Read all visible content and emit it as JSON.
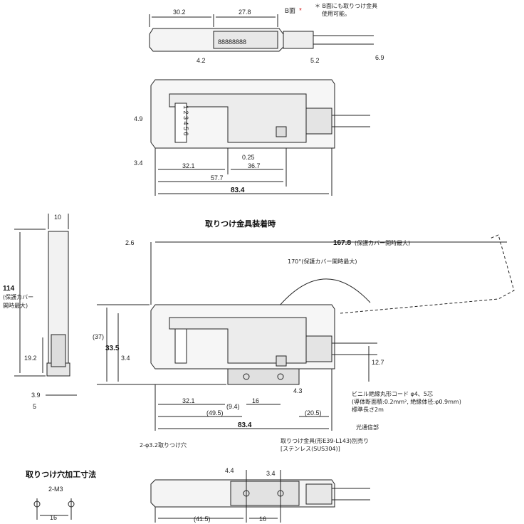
{
  "top_view": {
    "dims": [
      "30.2",
      "27.8",
      "4.2",
      "5.2",
      "6.9"
    ],
    "face_label": "B面",
    "asterisk": "*",
    "note_line1": "＊ B面にも取りつけ金具",
    "note_line2": "使用可能。"
  },
  "side_view": {
    "dims": [
      "4.9",
      "3.4",
      "0.25",
      "32.1",
      "36.7",
      "57.7",
      "83.4"
    ],
    "switch_digits": "1 2 3 4 5 6"
  },
  "front_view": {
    "dims": [
      "10",
      "114",
      "19.2",
      "3.9",
      "5"
    ],
    "height_note_1": "(保護カバー",
    "height_note_2": "開時最大)"
  },
  "mounted_view": {
    "title": "取りつけ金具装着時",
    "dims": [
      "2.6",
      "167.8",
      "(37)",
      "33.5",
      "3.4",
      "12.7",
      "4.3",
      "32.1",
      "(9.4)",
      "16",
      "(49.5)",
      "(20.5)",
      "83.4"
    ],
    "overall_note": "(保護カバー開時最大)",
    "angle_note": "170°(保護カバー開時最大)",
    "cable_note_1": "ビニル絶縁丸形コード φ4、5芯",
    "cable_note_2": "(導体断面積:0.2mm², 絶縁体径:φ0.9mm)",
    "cable_note_3": "標準長さ2m",
    "light_label": "光通信部",
    "hole_label": "2-φ3.2取りつけ穴",
    "bracket_note_1": "取りつけ金具(形E39-L143)別売り",
    "bracket_note_2": "[ステンレス(SUS304)]"
  },
  "hole_detail": {
    "title": "取りつけ穴加工寸法",
    "label": "2-M3",
    "dim": "16"
  },
  "bottom_view": {
    "dims": [
      "4.4",
      "3.4",
      "(41.5)",
      "16"
    ]
  }
}
